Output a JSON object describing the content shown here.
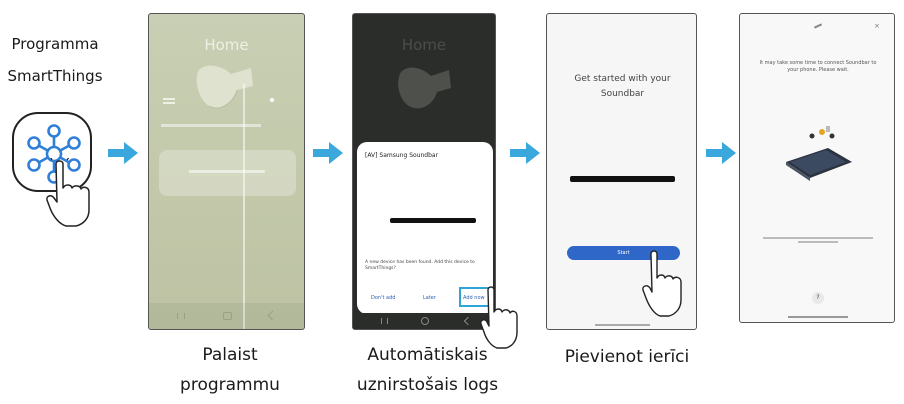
{
  "app": {
    "name_line1": "Programma",
    "name_line2": "SmartThings"
  },
  "steps": [
    {
      "caption_line1": "Palaist",
      "caption_line2": "programmu"
    },
    {
      "caption_line1": "Automātiskais",
      "caption_line2": "uznirstošais logs"
    },
    {
      "caption_line1": "Pievienot ierīci"
    }
  ],
  "screen1": {
    "title": "Home"
  },
  "screen2": {
    "background_title": "Home",
    "dialog_title": "[AV] Samsung Soundbar",
    "dialog_message": "A new device has been found. Add this device to SmartThings?",
    "btn_dont_add": "Don't add",
    "btn_later": "Later",
    "btn_add_now": "Add now"
  },
  "screen3": {
    "title": "Get started with your Soundbar",
    "start_button": "Start"
  },
  "screen4": {
    "message": "It may take some time to connect Soundbar to your phone. Please wait.",
    "help": "?"
  },
  "colors": {
    "arrow": "#3aa7dd",
    "accent_blue": "#2f67c9",
    "highlight": "#2fa4d6",
    "home_screen_bg": "#c5cbae"
  }
}
